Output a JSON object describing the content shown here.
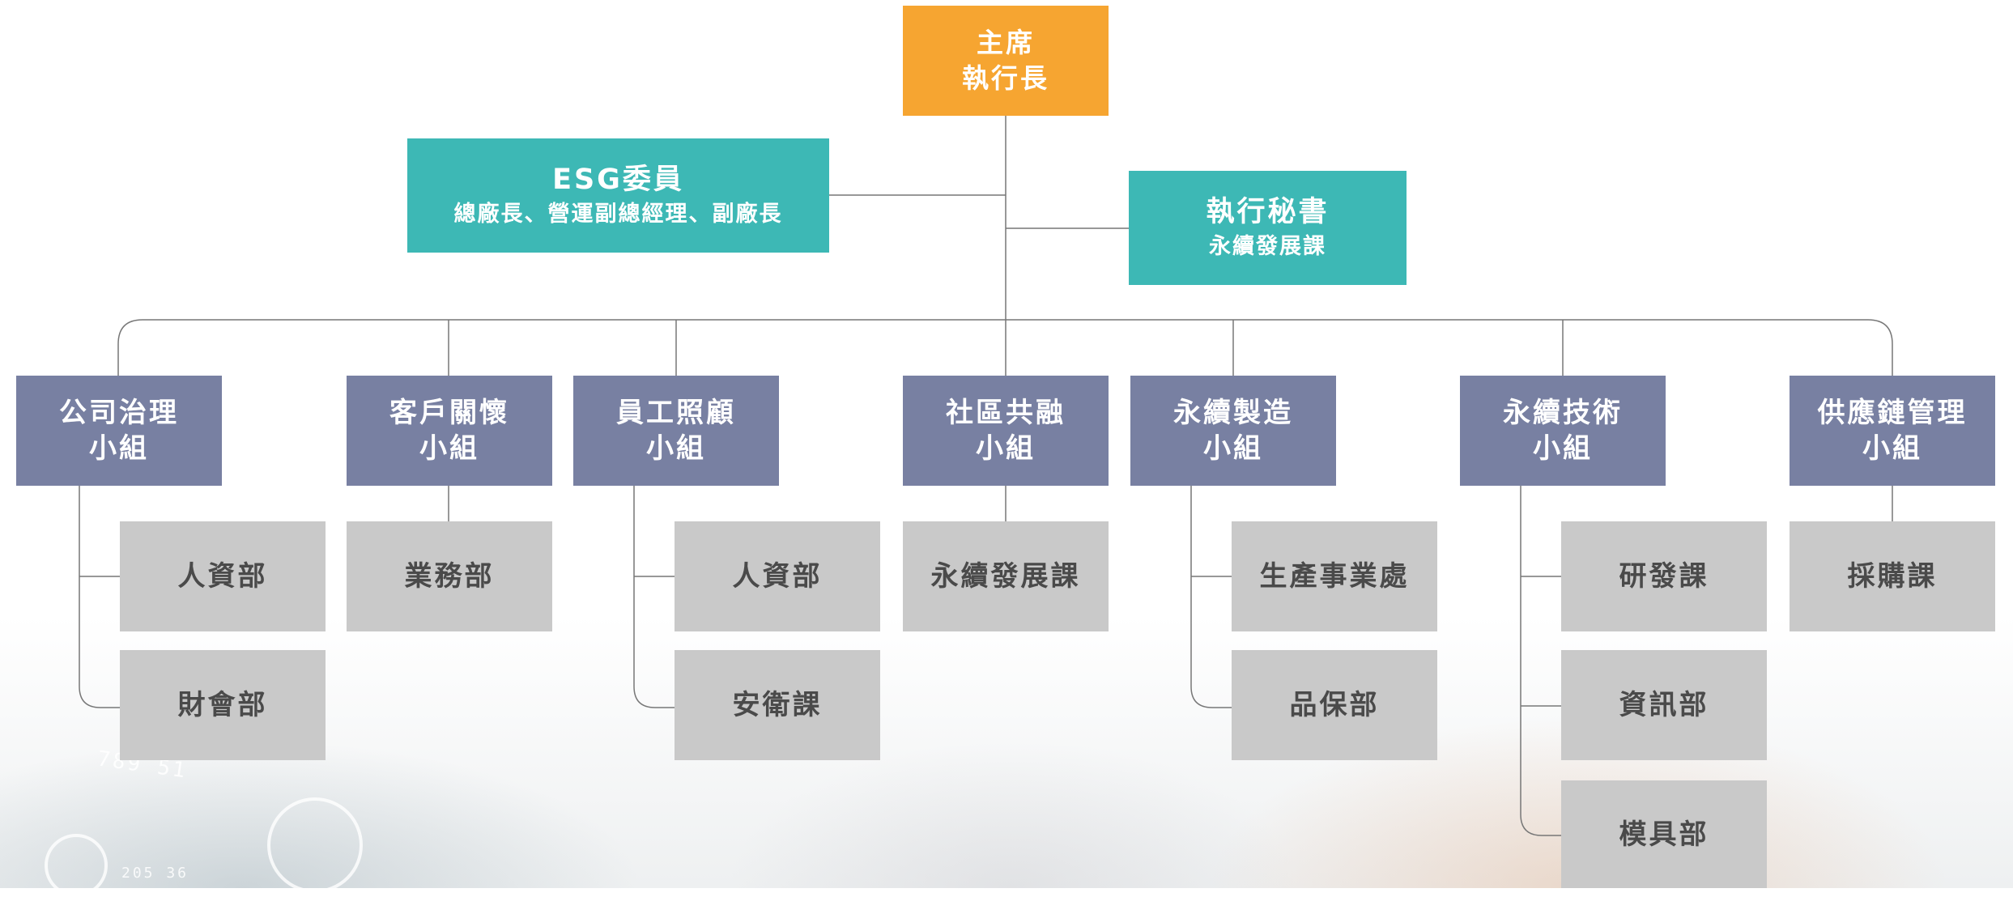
{
  "top": {
    "line1": "主席",
    "line2": "執行長"
  },
  "esg": {
    "title": "ESG委員",
    "sub": "總廠長、營運副總經理、副廠長"
  },
  "secretary": {
    "title": "執行秘書",
    "sub": "永續發展課"
  },
  "groups": [
    {
      "line1": "公司治理",
      "line2": "小組"
    },
    {
      "line1": "客戶關懷",
      "line2": "小組"
    },
    {
      "line1": "員工照顧",
      "line2": "小組"
    },
    {
      "line1": "社區共融",
      "line2": "小組"
    },
    {
      "line1": "永續製造",
      "line2": "小組"
    },
    {
      "line1": "永續技術",
      "line2": "小組"
    },
    {
      "line1": "供應鏈管理",
      "line2": "小組"
    }
  ],
  "departments": {
    "governance": [
      "人資部",
      "財會部"
    ],
    "customer": [
      "業務部"
    ],
    "employee": [
      "人資部",
      "安衛課"
    ],
    "community": [
      "永續發展課"
    ],
    "manufacturing": [
      "生產事業處",
      "品保部"
    ],
    "technology": [
      "研發課",
      "資訊部",
      "模具部"
    ],
    "supply": [
      "採購課"
    ]
  },
  "background": {
    "numbers_a": "789 51",
    "numbers_b": "205 36"
  },
  "colors": {
    "top": "#f6a531",
    "committee": "#3db8b5",
    "group": "#7880a2",
    "department": "#c9c9c9",
    "department_text": "#4a4a4a",
    "line": "#777777"
  }
}
